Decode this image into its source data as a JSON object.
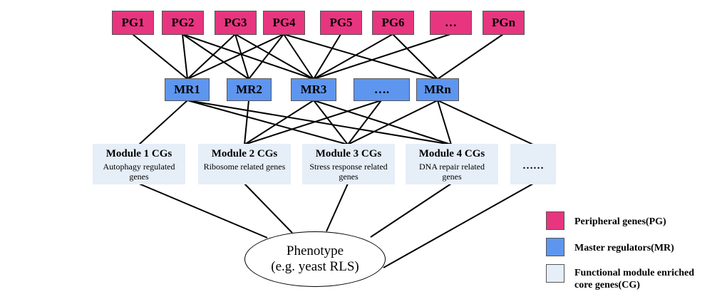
{
  "peripheral_genes": [
    "PG1",
    "PG2",
    "PG3",
    "PG4",
    "PG5",
    "PG6",
    "…",
    "PGn"
  ],
  "master_regulators": [
    "MR1",
    "MR2",
    "MR3",
    "….",
    "MRn"
  ],
  "modules": [
    {
      "title": "Module 1 CGs",
      "subtitle": "Autophagy regulated genes"
    },
    {
      "title": "Module 2 CGs",
      "subtitle": "Ribosome related genes"
    },
    {
      "title": "Module 3 CGs",
      "subtitle": "Stress response related genes"
    },
    {
      "title": "Module 4 CGs",
      "subtitle": "DNA repair related genes"
    },
    {
      "title": "……",
      "subtitle": ""
    }
  ],
  "phenotype": {
    "line1": "Phenotype",
    "line2": "(e.g. yeast RLS)"
  },
  "legend": [
    {
      "label": "Peripheral genes(PG)",
      "color": "#e8357f"
    },
    {
      "label": "Master regulators(MR)",
      "color": "#5e96ef"
    },
    {
      "label": "Functional module enriched core genes(CG)",
      "color": "#e6eef8"
    }
  ]
}
